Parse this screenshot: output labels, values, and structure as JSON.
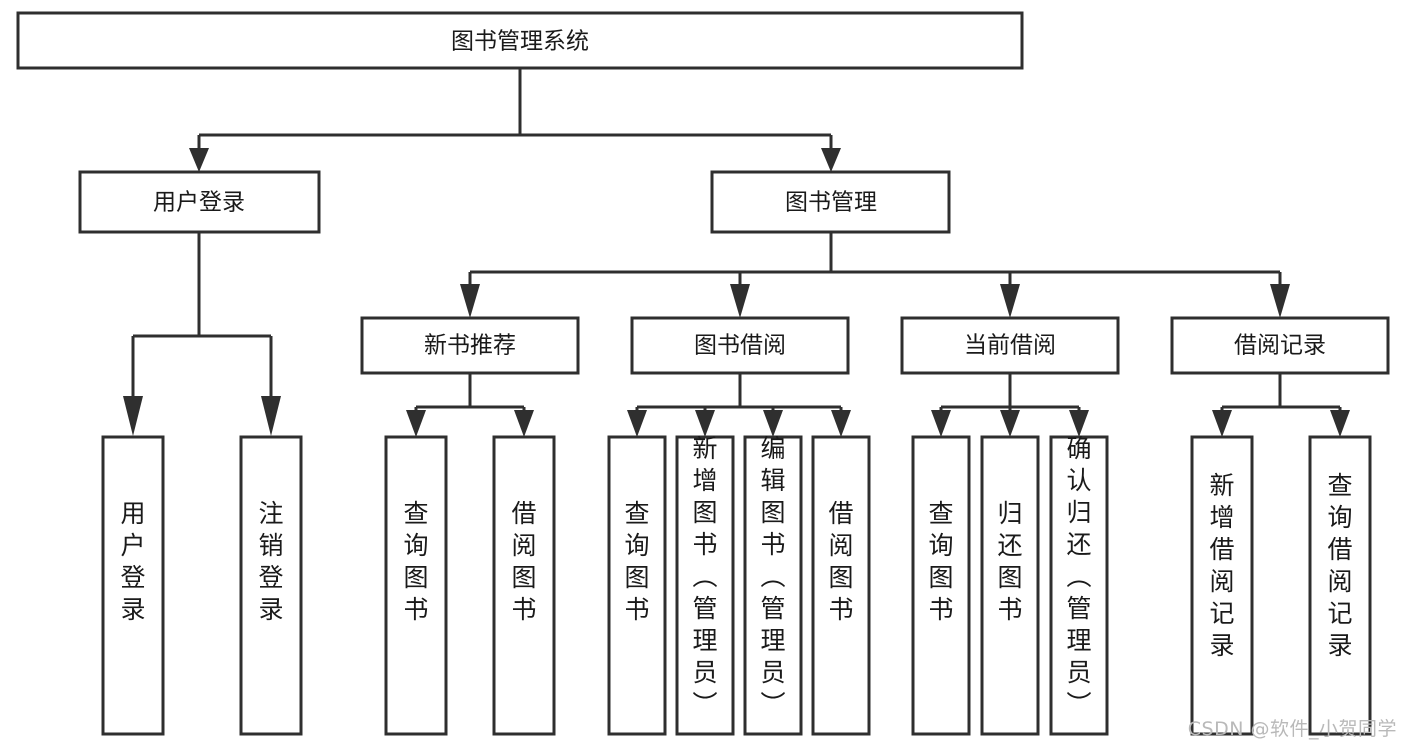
{
  "diagram": {
    "title": "图书管理系统",
    "type": "tree",
    "watermark": "CSDN @软件_小贺同学",
    "colors": {
      "stroke": "#2f2f2f",
      "fill": "#ffffff",
      "text": "#1a1a1a",
      "watermark": "#b9b9b9"
    },
    "levels": {
      "root": {
        "label": "图书管理系统"
      },
      "level2": [
        {
          "label": "用户登录"
        },
        {
          "label": "图书管理"
        }
      ],
      "level3": [
        {
          "label": "新书推荐"
        },
        {
          "label": "图书借阅"
        },
        {
          "label": "当前借阅"
        },
        {
          "label": "借阅记录"
        }
      ],
      "leaves": {
        "user_login": [
          {
            "label": "用户登录"
          },
          {
            "label": "注销登录"
          }
        ],
        "new_book": [
          {
            "label": "查询图书"
          },
          {
            "label": "借阅图书"
          }
        ],
        "borrow_book": [
          {
            "label": "查询图书"
          },
          {
            "label": "新增图书（管理员）"
          },
          {
            "label": "编辑图书（管理员）"
          },
          {
            "label": "借阅图书"
          }
        ],
        "current_borrow": [
          {
            "label": "查询图书"
          },
          {
            "label": "归还图书"
          },
          {
            "label": "确认归还（管理员）"
          }
        ],
        "borrow_record": [
          {
            "label": "新增借阅记录"
          },
          {
            "label": "查询借阅记录"
          }
        ]
      }
    }
  }
}
